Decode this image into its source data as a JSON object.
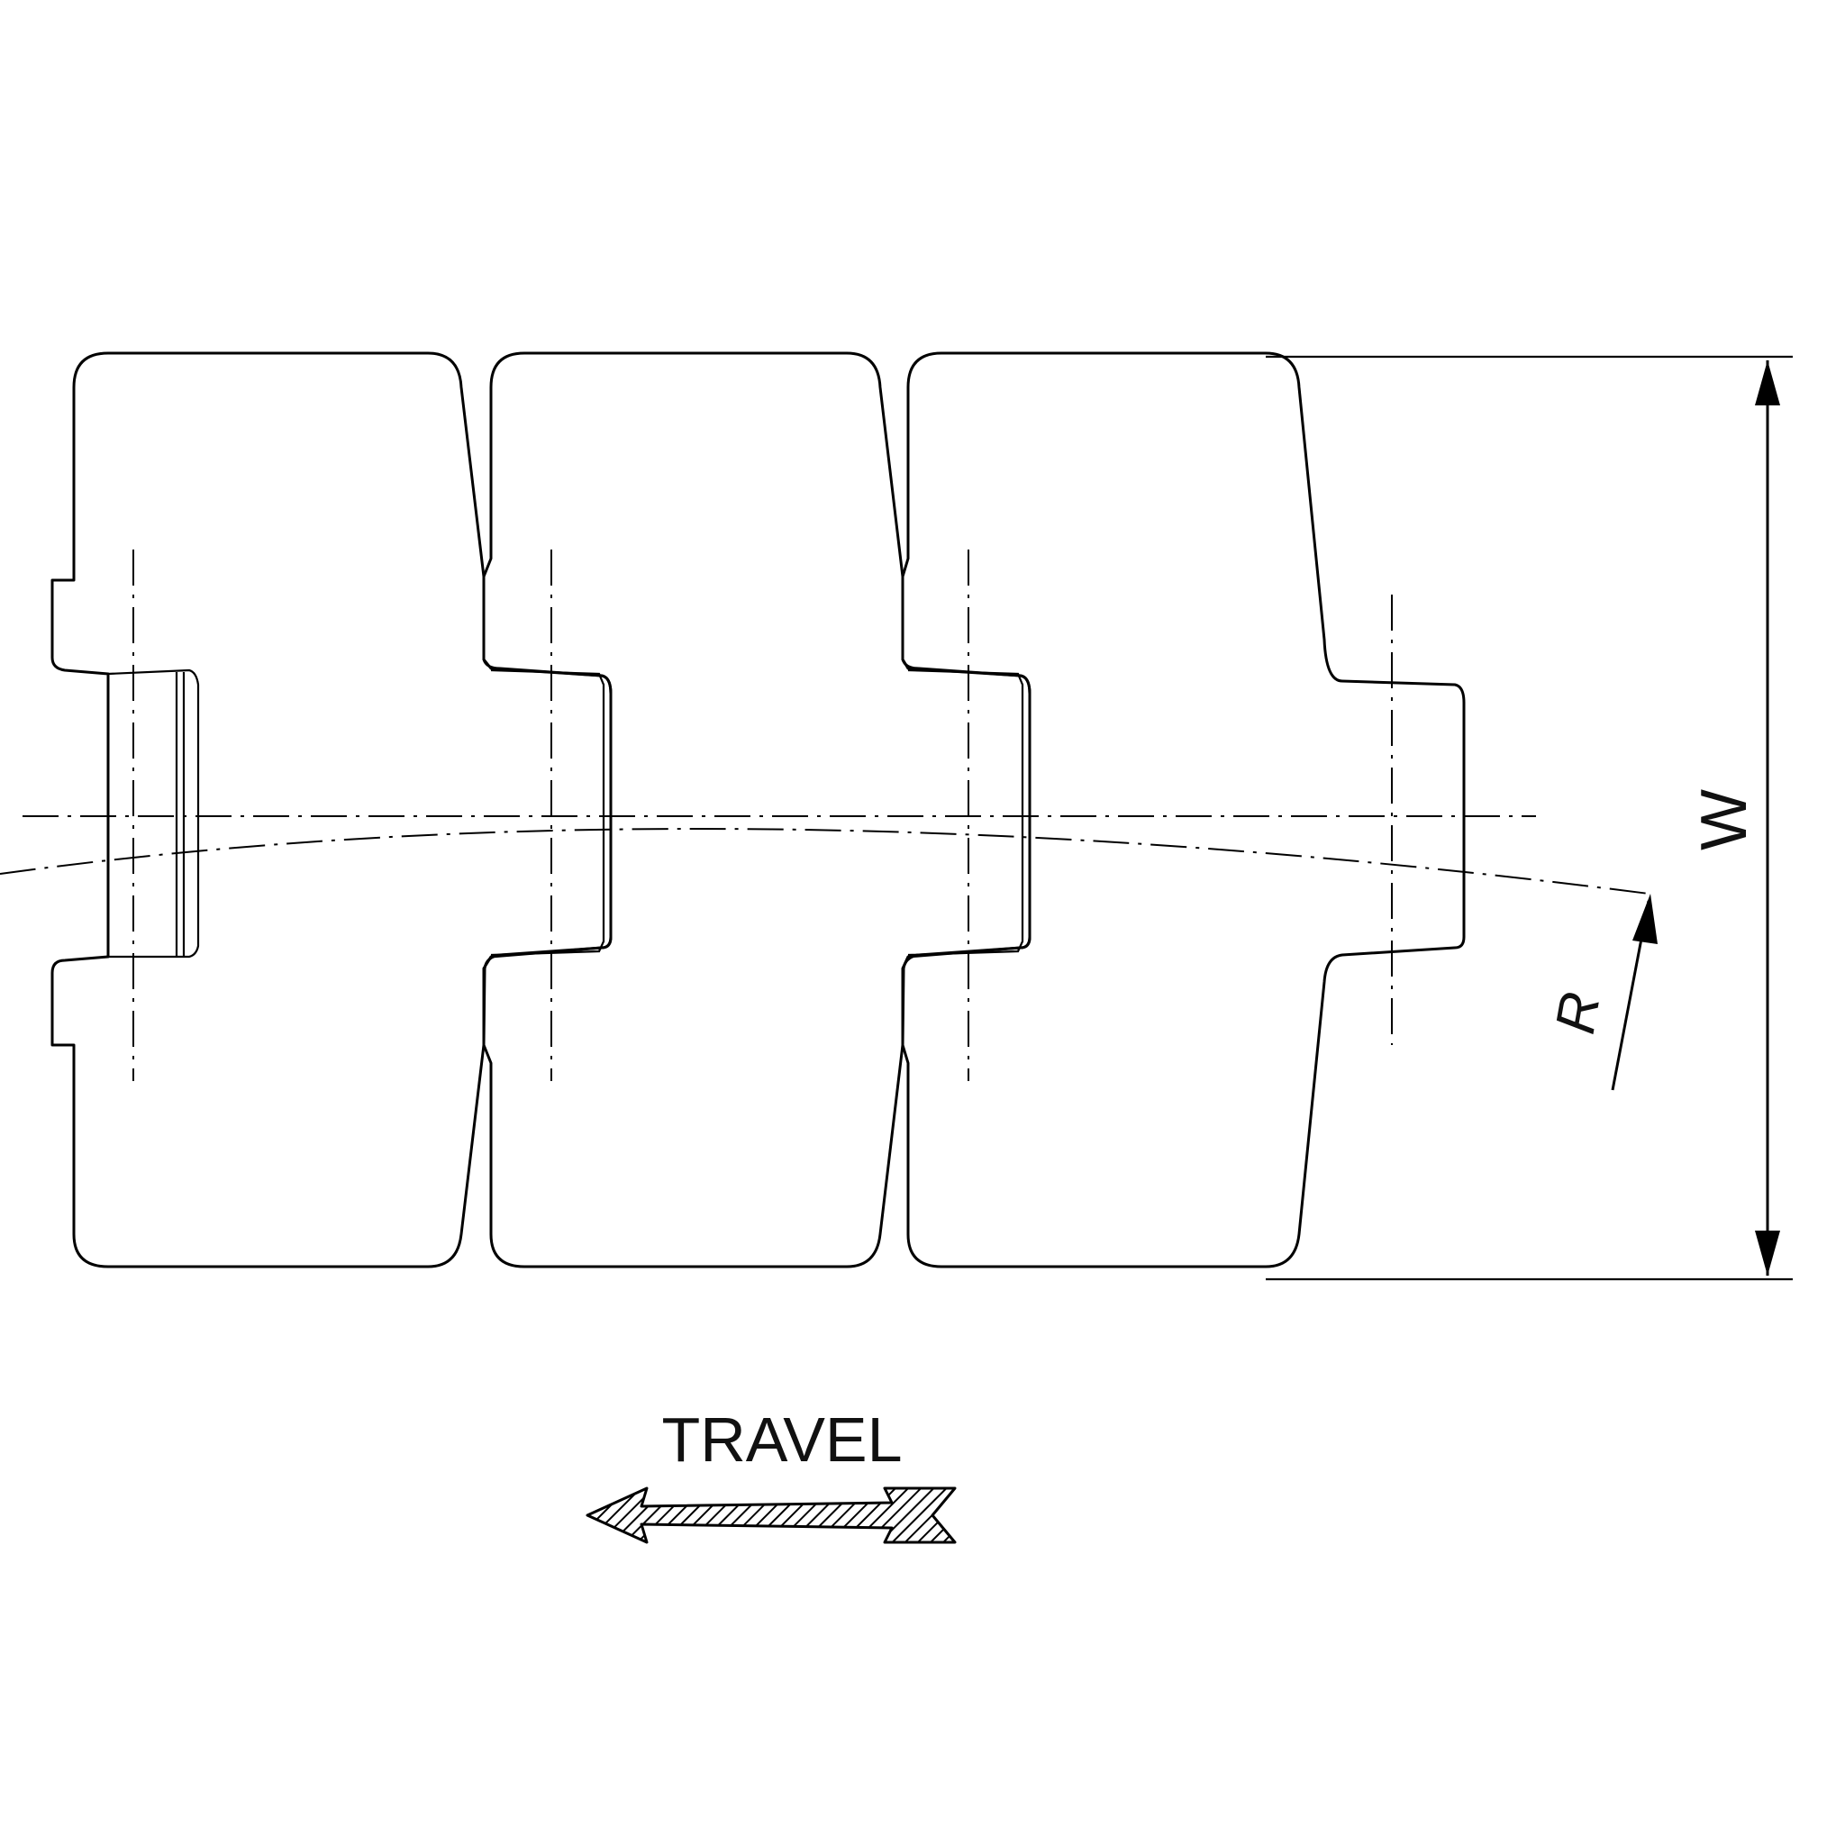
{
  "diagram": {
    "dimensions": {
      "width_label": "W",
      "radius_label": "R"
    },
    "travel": {
      "label": "TRAVEL",
      "direction": "left"
    },
    "colors": {
      "line": "#000000",
      "background": "#ffffff",
      "hatch": "#000000"
    },
    "links": [
      "chain-link-1",
      "chain-link-2",
      "chain-link-3",
      "chain-link-4"
    ]
  }
}
